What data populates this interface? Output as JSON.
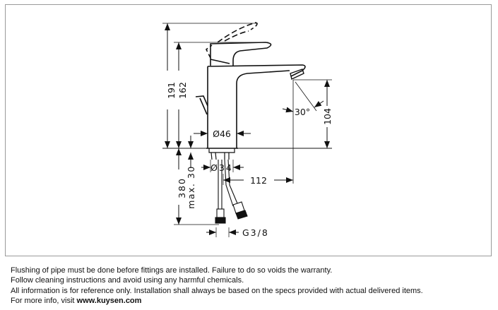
{
  "drawing": {
    "dimensions": {
      "total_height": "191",
      "lever_height": "162",
      "spout_height": "104",
      "body_diameter": "Ø46",
      "shank_diameter": "Ø34",
      "spout_reach": "112",
      "spout_angle": "30°",
      "hose_length": "380",
      "max_thickness": "max. 30",
      "connection": "G3/8"
    }
  },
  "notes": {
    "line1": "Flushing of pipe must be done before fittings are installed. Failure to do so voids the warranty.",
    "line2": "Follow cleaning instructions and avoid using any harmful chemicals.",
    "line3": "All information is for reference only. Installation shall always be based on the specs provided with actual delivered items.",
    "line4_prefix": "For more info, visit ",
    "line4_link": "www.kuysen.com"
  }
}
